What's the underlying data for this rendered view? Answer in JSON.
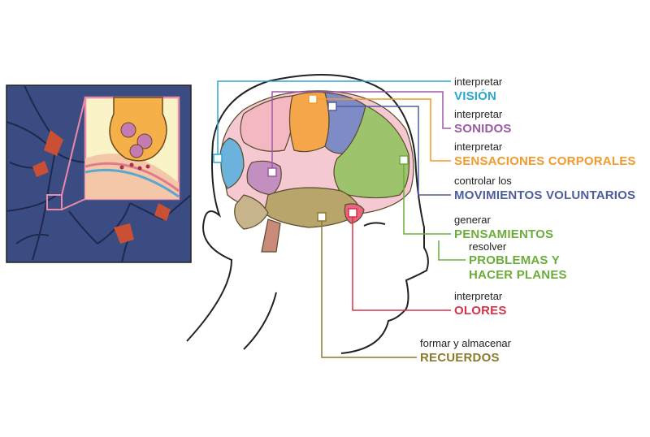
{
  "colors": {
    "vision": "#2aa7cf",
    "sounds": "#9b59a6",
    "body": "#f39a2a",
    "movement": "#4e5e9c",
    "thinking": "#6cad3a",
    "smell": "#d6334a",
    "memory": "#8c7a2c"
  },
  "labels": {
    "vision": {
      "verb": "interpretar",
      "term": "VISIÓN"
    },
    "sounds": {
      "verb": "interpretar",
      "term": "SONIDOS"
    },
    "body": {
      "verb": "interpretar",
      "term": "SENSACIONES CORPORALES"
    },
    "movement": {
      "verb": "controlar los",
      "term": "MOVIMIENTOS VOLUNTARIOS"
    },
    "thinking": {
      "verb": "generar",
      "term": "PENSAMIENTOS"
    },
    "planning": {
      "verb": "resolver",
      "term1": "PROBLEMAS Y",
      "term2": "HACER PLANES"
    },
    "smell": {
      "verb": "interpretar",
      "term": "OLORES"
    },
    "memory": {
      "verb": "formar y almacenar",
      "term": "RECUERDOS"
    }
  }
}
